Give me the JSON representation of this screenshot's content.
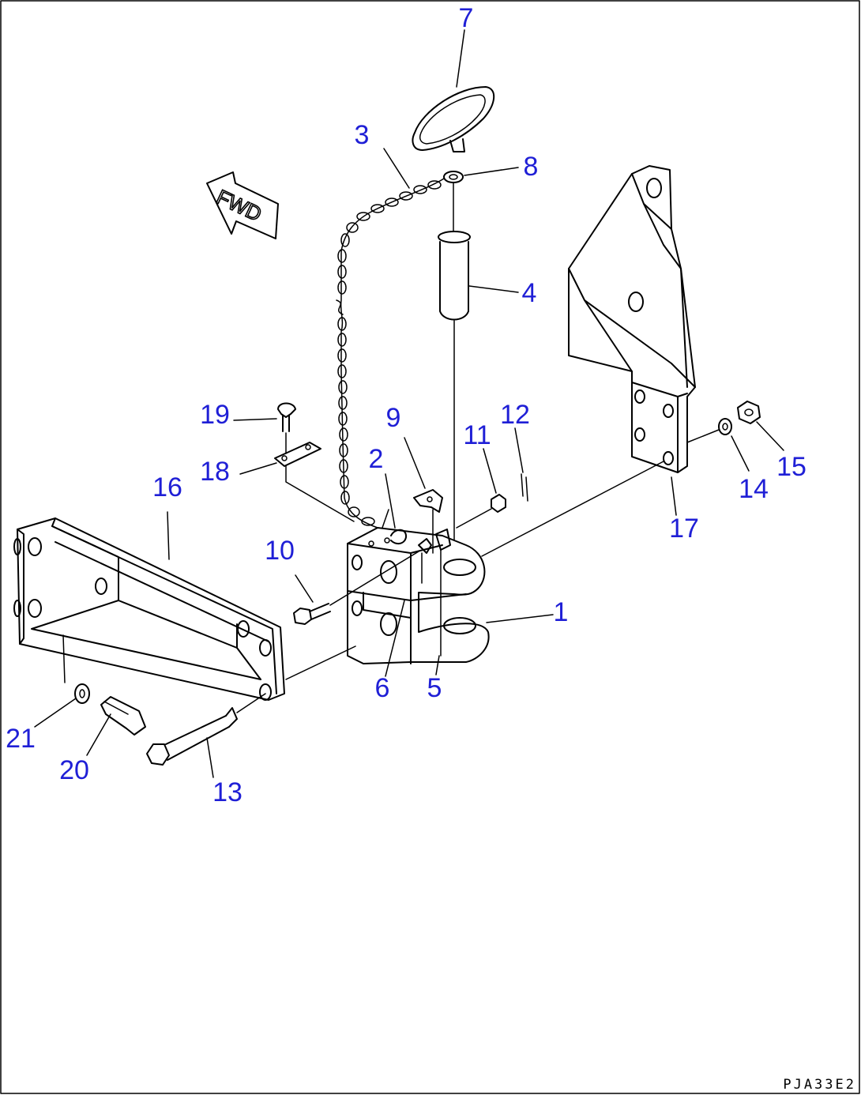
{
  "diagram": {
    "arrow_text": "FWD",
    "reference_code": "PJA33E2",
    "part_labels": [
      "1",
      "2",
      "3",
      "4",
      "5",
      "6",
      "7",
      "8",
      "9",
      "10",
      "11",
      "12",
      "13",
      "14",
      "15",
      "16",
      "17",
      "18",
      "19",
      "20",
      "21"
    ]
  },
  "colors": {
    "label": "#1f1fd6",
    "line": "#000000",
    "background": "#ffffff"
  }
}
